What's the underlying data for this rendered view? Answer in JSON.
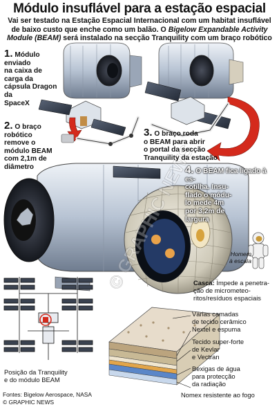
{
  "header": {
    "title": "Módulo insuflável para a estação espacial",
    "subtitle_lead": "Vai ser testado na Estação Espacial Internacional com um habitat insuflável de baixo custo que enche como um balão. O ",
    "subtitle_italic": "Bigelow Expandable Activity Module (BEAM)",
    "subtitle_tail": " será instalado na secção Tranquility com um braço robótico"
  },
  "steps": [
    {
      "num": "1.",
      "lines": [
        "Módulo",
        "enviado",
        "na caixa de",
        "carga da",
        "cápsula Dragon",
        "da",
        "SpaceX"
      ]
    },
    {
      "num": "2.",
      "lines": [
        "O braço",
        "robótico",
        "remove o",
        "módulo BEAM",
        "com 2,1m de",
        "diâmetro"
      ]
    },
    {
      "num": "3.",
      "lines": [
        "O braço roda",
        "o BEAM para abrir",
        "o portal da secção",
        "Tranquility da estação"
      ]
    },
    {
      "num": "4.",
      "lines": [
        "O BEAM fica ligado à es-",
        "cotilha. Insu-",
        "flado o módu-",
        "lo mede 4m",
        "por 3,2m de",
        "largura"
      ]
    }
  ],
  "astronaut_label": [
    "Homem",
    "à escala"
  ],
  "layers": {
    "casca_bold": "Casca:",
    "casca_text": [
      "Impede a penetra-",
      "ção de micrometeo-",
      "ritos/resíduos espaciais"
    ],
    "items": [
      [
        "Várias camadas",
        "de tecido cerâmico",
        "Nextel e espuma"
      ],
      [
        "Tecido super-forte",
        "de Kevlar",
        "e Vectran"
      ],
      [
        "Bexigas de água",
        "para protecção",
        "da radiação"
      ],
      [
        "Nomex resistente ao fogo"
      ]
    ]
  },
  "location_caption": [
    "Posição da Tranquility",
    "e do módulo BEAM"
  ],
  "footer": {
    "sources": "Fontes: Bigelow Aerospace, NASA",
    "copyright": "© GRAPHIC NEWS",
    "watermark": "© GRAPHIC NEWS"
  },
  "colors": {
    "arrow_red": "#d42a1c",
    "metal": "#b8c6d8",
    "dark": "#2b2f38",
    "tan": "#c9a877",
    "orange": "#e99b33",
    "blue_layer": "#5a86c8"
  }
}
